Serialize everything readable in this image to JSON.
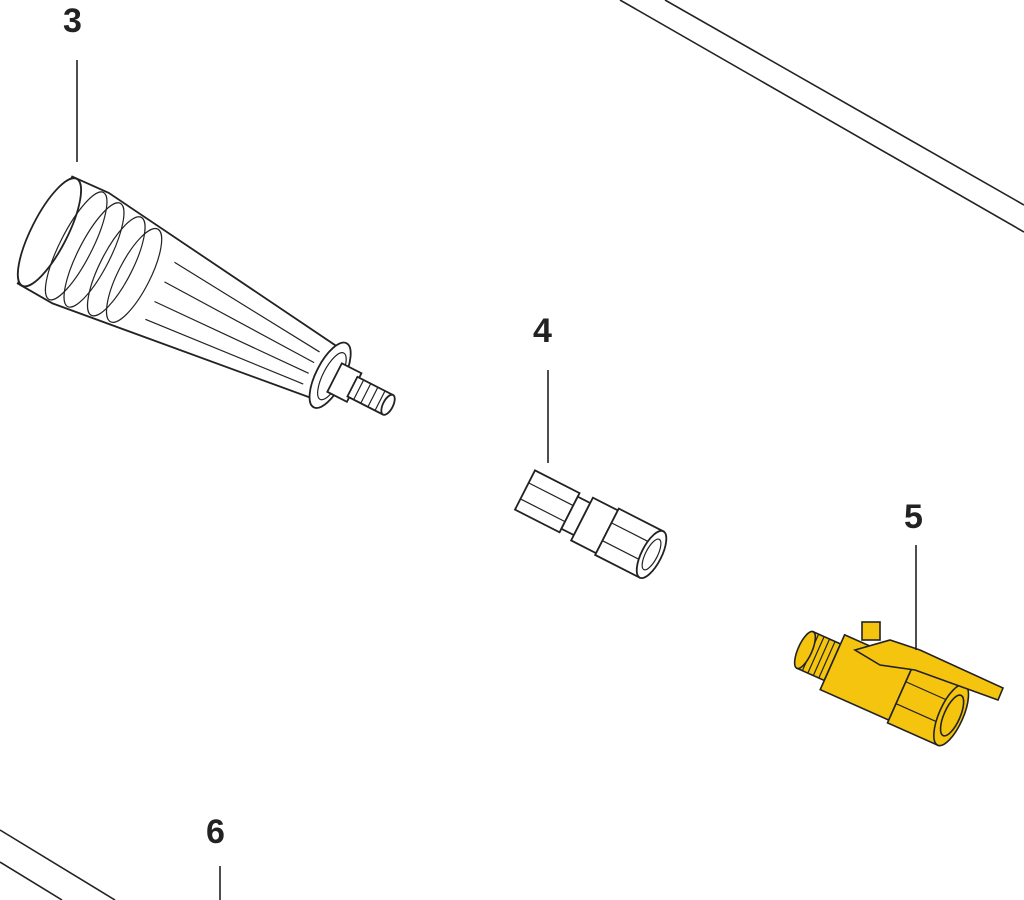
{
  "callouts": [
    {
      "label": "3",
      "part": "handle-grip"
    },
    {
      "label": "4",
      "part": "quick-coupler"
    },
    {
      "label": "5",
      "part": "ball-valve"
    },
    {
      "label": "6",
      "part": "unseen-part"
    }
  ],
  "colors": {
    "line": "#222222",
    "brass": "#f5c40f",
    "background": "#ffffff"
  }
}
